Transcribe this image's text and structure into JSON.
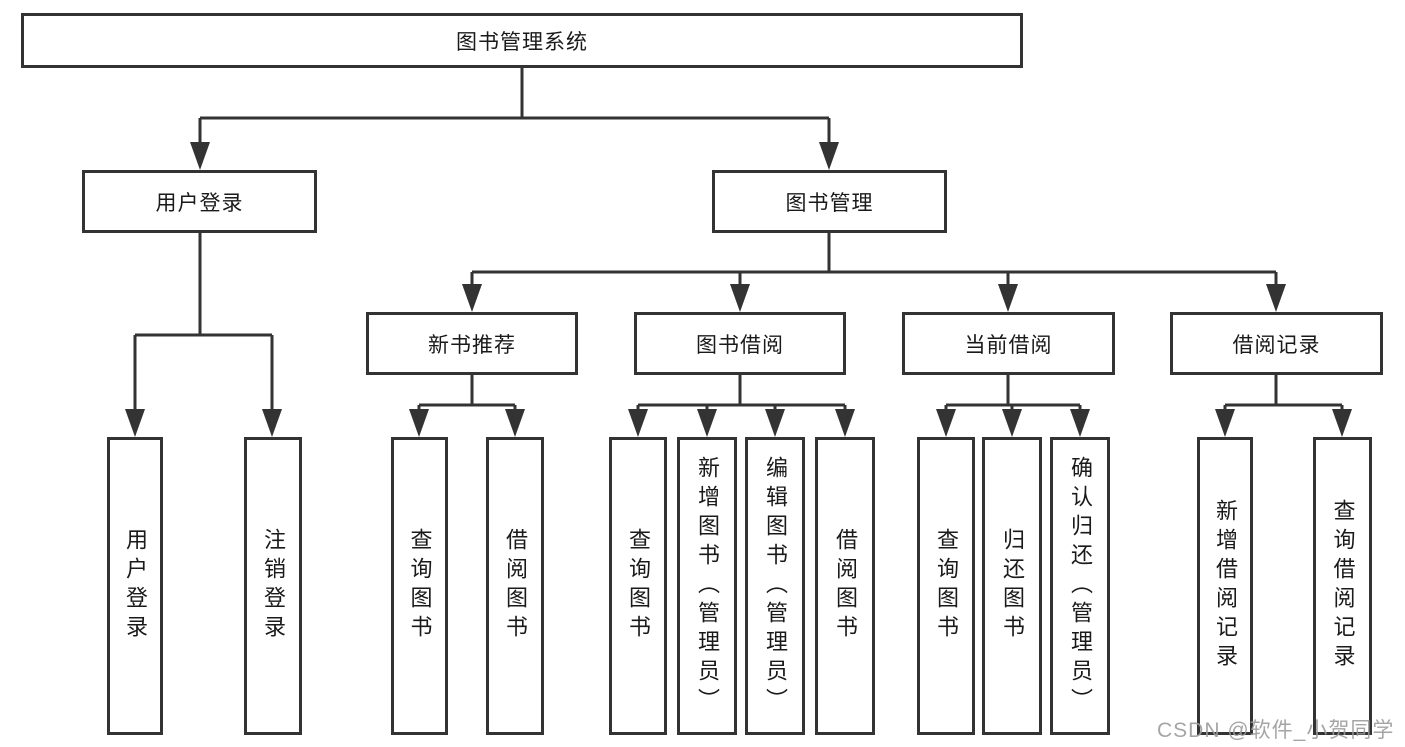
{
  "tree": {
    "root": {
      "label": "图书管理系统",
      "children": [
        {
          "label": "用户登录",
          "children": [
            {
              "label": "用户登录"
            },
            {
              "label": "注销登录"
            }
          ]
        },
        {
          "label": "图书管理",
          "children": [
            {
              "label": "新书推荐",
              "children": [
                {
                  "label": "查询图书"
                },
                {
                  "label": "借阅图书"
                }
              ]
            },
            {
              "label": "图书借阅",
              "children": [
                {
                  "label": "查询图书"
                },
                {
                  "label": "新增图书（管理员）"
                },
                {
                  "label": "编辑图书（管理员）"
                },
                {
                  "label": "借阅图书"
                }
              ]
            },
            {
              "label": "当前借阅",
              "children": [
                {
                  "label": "查询图书"
                },
                {
                  "label": "归还图书"
                },
                {
                  "label": "确认归还（管理员）"
                }
              ]
            },
            {
              "label": "借阅记录",
              "children": [
                {
                  "label": "新增借阅记录"
                },
                {
                  "label": "查询借阅记录"
                }
              ]
            }
          ]
        }
      ]
    }
  },
  "watermark": "CSDN @软件_小贺同学",
  "colors": {
    "line": "#333333",
    "box_border": "#333333",
    "box_fill": "#ffffff",
    "text": "#1a1a1a",
    "watermark": "#9c9c9c",
    "background": "#ffffff"
  }
}
